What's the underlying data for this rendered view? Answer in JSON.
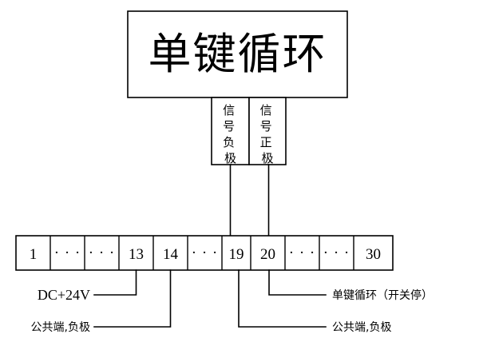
{
  "diagram": {
    "title_box": {
      "label": "单键循环"
    },
    "signal_boxes": [
      {
        "label": "信号负极",
        "chars": [
          "信",
          "号",
          "负",
          "极"
        ]
      },
      {
        "label": "信号正极",
        "chars": [
          "信",
          "号",
          "正",
          "极"
        ]
      }
    ],
    "terminal_strip": {
      "cells": [
        {
          "label": "1",
          "kind": "number"
        },
        {
          "label": "·  ·  ·",
          "kind": "dots"
        },
        {
          "label": "·  ·  ·",
          "kind": "dots"
        },
        {
          "label": "13",
          "kind": "number"
        },
        {
          "label": "14",
          "kind": "number"
        },
        {
          "label": "·  ·  ·",
          "kind": "dots"
        },
        {
          "label": "19",
          "kind": "number"
        },
        {
          "label": "20",
          "kind": "number"
        },
        {
          "label": "·  ·  ·",
          "kind": "dots"
        },
        {
          "label": "·  ·  ·",
          "kind": "dots"
        },
        {
          "label": "30",
          "kind": "number"
        }
      ]
    },
    "annotations": {
      "left_upper": "DC+24V",
      "left_lower": "公共端,负极",
      "right_upper": "单键循环（开关停）",
      "right_lower": "公共端,负极"
    },
    "colors": {
      "stroke": "#000000",
      "background": "#ffffff",
      "text": "#000000"
    }
  }
}
